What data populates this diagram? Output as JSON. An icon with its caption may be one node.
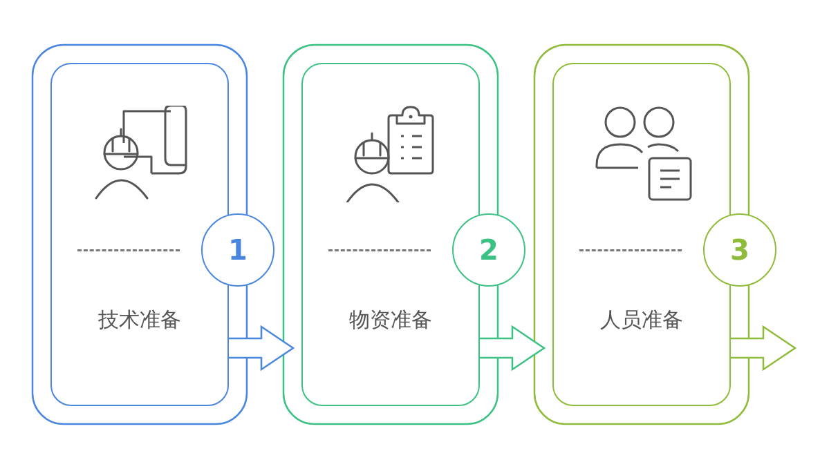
{
  "diagram": {
    "nodes": [
      {
        "text": [
          "技术准备"
        ]
      },
      {
        "text": [
          "1"
        ]
      },
      {
        "text": [
          "物资准备"
        ]
      },
      {
        "text": [
          "2"
        ]
      },
      {
        "text": [
          "人员准备"
        ]
      },
      {
        "text": [
          "3"
        ]
      }
    ],
    "edges": [
      {
        "from": 0,
        "to": 2,
        "arrow": "to",
        "color": "#4a86e0"
      },
      {
        "from": 2,
        "to": 4,
        "arrow": "to",
        "color": "#3cc184"
      },
      {
        "from": 4,
        "to": null,
        "arrow": "to",
        "color": "#8fbb3a"
      }
    ]
  }
}
